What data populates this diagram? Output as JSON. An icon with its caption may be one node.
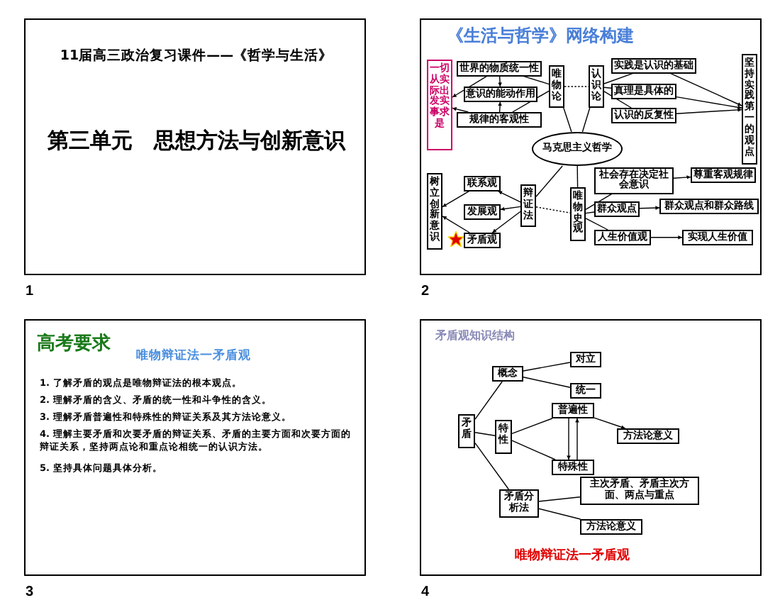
{
  "diagram": {
    "nodes": [
      {
        "text": [
          "11届高三政治复习课件——《哲学与生活》",
          "第三单元　思想方法与创新意识"
        ],
        "beside": [
          "1"
        ]
      },
      {
        "text": [
          "《生活与哲学》网络构建"
        ],
        "beside": [
          "2"
        ]
      },
      {
        "text": [
          "一切从实际出发实事求是"
        ],
        "in": 1
      },
      {
        "text": [
          "世界的物质统一性"
        ],
        "in": 1
      },
      {
        "text": [
          "意识的能动作用"
        ],
        "in": 1
      },
      {
        "text": [
          "规律的客观性"
        ],
        "in": 1
      },
      {
        "text": [
          "唯物论"
        ],
        "in": 1
      },
      {
        "text": [
          "认识论"
        ],
        "in": 1
      },
      {
        "text": [
          "实践是认识的基础"
        ],
        "in": 1
      },
      {
        "text": [
          "真理是具体的"
        ],
        "in": 1
      },
      {
        "text": [
          "认识的反复性"
        ],
        "in": 1
      },
      {
        "text": [
          "坚持实践第一的观点"
        ],
        "in": 1
      },
      {
        "text": [
          "马克思主义哲学"
        ],
        "in": 1
      },
      {
        "text": [
          "树立创新意识"
        ],
        "in": 1
      },
      {
        "text": [
          "联系观"
        ],
        "in": 1
      },
      {
        "text": [
          "发展观"
        ],
        "in": 1
      },
      {
        "text": [
          "矛盾观"
        ],
        "in": 1
      },
      {
        "text": [
          "辩证法"
        ],
        "in": 1
      },
      {
        "text": [
          "唯物史观"
        ],
        "in": 1
      },
      {
        "text": [
          "社会存在决定社会意识"
        ],
        "in": 1
      },
      {
        "text": [
          "尊重客观规律"
        ],
        "in": 1
      },
      {
        "text": [
          "群众观点"
        ],
        "in": 1
      },
      {
        "text": [
          "群众观点和群众路线"
        ],
        "in": 1
      },
      {
        "text": [
          "人生价值观"
        ],
        "in": 1
      },
      {
        "text": [
          "实现人生价值"
        ],
        "in": 1
      },
      {
        "text": [
          "高考要求",
          "唯物辩证法一矛盾观",
          "1. 了解矛盾的观点是唯物辩证法的根本观点。",
          "2. 理解矛盾的含义、矛盾的统一性和斗争性的含义。",
          "3. 理解矛盾普遍性和特殊性的辩证关系及其方法论意义。",
          "4. 理解主要矛盾和次要矛盾的辩证关系、矛盾的主要方面和次要方面的辩证关系，坚持两点论和重点论相统一的认识方法。",
          "5. 坚持具体问题具体分析。"
        ],
        "beside": [
          "3"
        ]
      },
      {
        "text": [
          "矛盾观知识结构",
          "唯物辩证法一矛盾观"
        ],
        "beside": [
          "4"
        ]
      },
      {
        "text": [
          "矛盾"
        ],
        "in": 26
      },
      {
        "text": [
          "概念"
        ],
        "in": 26
      },
      {
        "text": [
          "对立"
        ],
        "in": 26
      },
      {
        "text": [
          "统一"
        ],
        "in": 26
      },
      {
        "text": [
          "特性"
        ],
        "in": 26
      },
      {
        "text": [
          "普遍性"
        ],
        "in": 26
      },
      {
        "text": [
          "特殊性"
        ],
        "in": 26
      },
      {
        "text": [
          "方法论意义"
        ],
        "in": 26
      },
      {
        "text": [
          "矛盾分析法"
        ],
        "in": 26
      },
      {
        "text": [
          "主次矛盾、矛盾主次方面、两点与重点"
        ],
        "in": 26
      },
      {
        "text": [
          "方法论意义"
        ],
        "in": 26
      }
    ],
    "edges": [
      {
        "from": 12,
        "to": 6,
        "arrow": "none"
      },
      {
        "from": 12,
        "to": 7,
        "arrow": "none"
      },
      {
        "from": 12,
        "to": 17,
        "arrow": "none"
      },
      {
        "from": 12,
        "to": 18,
        "arrow": "none"
      },
      {
        "from": 6,
        "to": 7,
        "arrow": "none",
        "style": "dashed"
      },
      {
        "from": 17,
        "to": 18,
        "arrow": "none",
        "style": "dashed"
      },
      {
        "from": 6,
        "to": 3,
        "arrow": "none"
      },
      {
        "from": 6,
        "to": 5,
        "arrow": "none"
      },
      {
        "from": 3,
        "to": 4,
        "arrow": "to"
      },
      {
        "from": 5,
        "to": 4,
        "arrow": "to"
      },
      {
        "from": 3,
        "to": 2,
        "arrow": "to"
      },
      {
        "from": 5,
        "to": 2,
        "arrow": "to"
      },
      {
        "from": 7,
        "to": 8,
        "arrow": "none"
      },
      {
        "from": 7,
        "to": 9,
        "arrow": "none"
      },
      {
        "from": 7,
        "to": 10,
        "arrow": "none"
      },
      {
        "from": 8,
        "to": 11,
        "arrow": "to"
      },
      {
        "from": 9,
        "to": 11,
        "arrow": "to"
      },
      {
        "from": 10,
        "to": 11,
        "arrow": "to"
      },
      {
        "from": 17,
        "to": 14,
        "arrow": "to"
      },
      {
        "from": 17,
        "to": 15,
        "arrow": "to"
      },
      {
        "from": 17,
        "to": 16,
        "arrow": "to"
      },
      {
        "from": 14,
        "to": 13,
        "arrow": "to"
      },
      {
        "from": 16,
        "to": 13,
        "arrow": "to"
      },
      {
        "from": 18,
        "to": 19,
        "arrow": "none"
      },
      {
        "from": 18,
        "to": 21,
        "arrow": "none"
      },
      {
        "from": 18,
        "to": 23,
        "arrow": "none"
      },
      {
        "from": 19,
        "to": 20,
        "arrow": "to"
      },
      {
        "from": 21,
        "to": 22,
        "arrow": "to"
      },
      {
        "from": 23,
        "to": 24,
        "arrow": "to"
      },
      {
        "from": 27,
        "to": 28,
        "arrow": "none"
      },
      {
        "from": 27,
        "to": 31,
        "arrow": "none"
      },
      {
        "from": 27,
        "to": 35,
        "arrow": "none"
      },
      {
        "from": 28,
        "to": 29,
        "arrow": "none"
      },
      {
        "from": 28,
        "to": 30,
        "arrow": "none"
      },
      {
        "from": 31,
        "to": 32,
        "arrow": "none"
      },
      {
        "from": 31,
        "to": 33,
        "arrow": "none"
      },
      {
        "from": 32,
        "to": 33,
        "arrow": "to"
      },
      {
        "from": 33,
        "to": 32,
        "arrow": "to"
      },
      {
        "from": 32,
        "to": 34,
        "arrow": "to"
      },
      {
        "from": 35,
        "to": 36,
        "arrow": "none"
      },
      {
        "from": 35,
        "to": 37,
        "arrow": "none"
      }
    ]
  }
}
